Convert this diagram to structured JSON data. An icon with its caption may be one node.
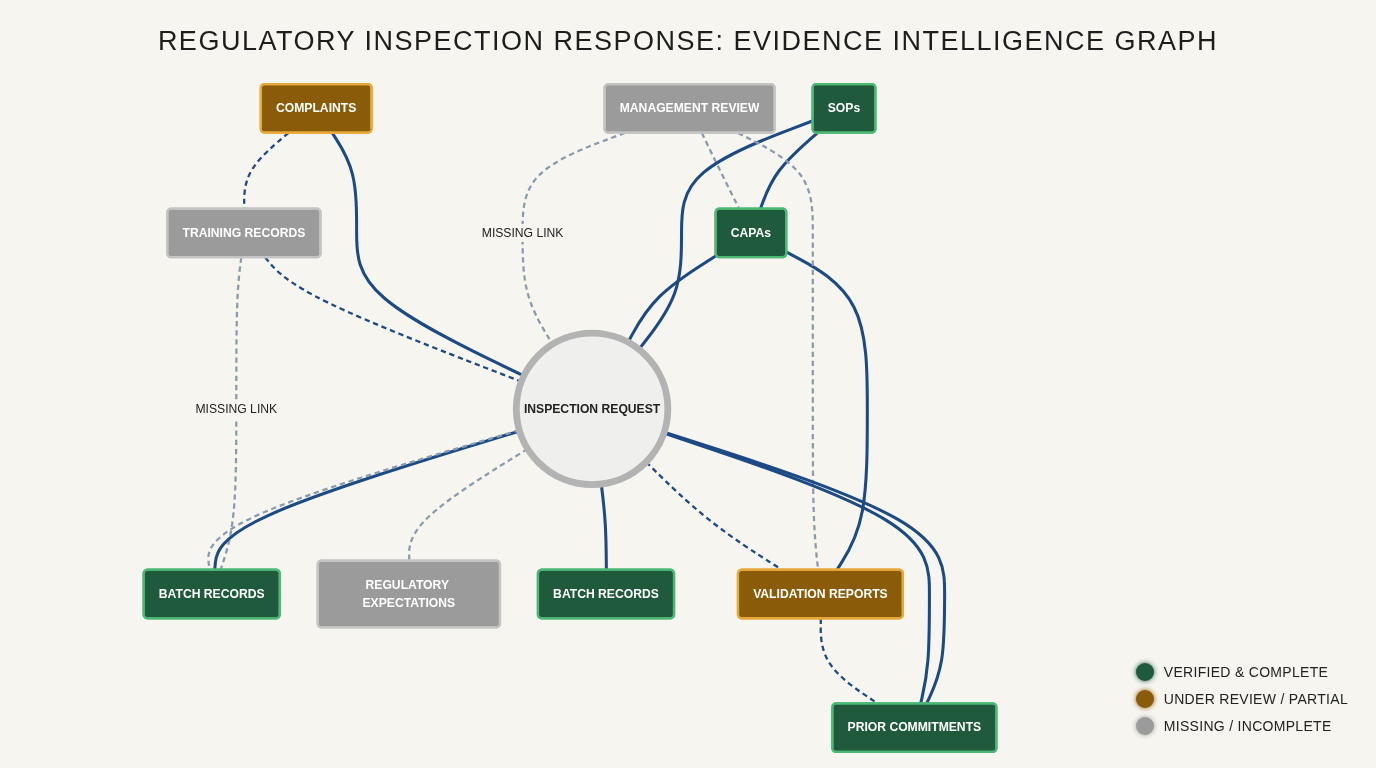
{
  "diagram": {
    "title": "REGULATORY INSPECTION RESPONSE: EVIDENCE INTELLIGENCE GRAPH",
    "nodes": [
      {
        "text": [
          "SOPs"
        ]
      },
      {
        "text": [
          "CAPAs"
        ]
      },
      {
        "text": [
          "MANAGEMENT REVIEW"
        ]
      },
      {
        "text": [
          "COMPLAINTS"
        ]
      },
      {
        "text": [
          "TRAINING RECORDS"
        ]
      },
      {
        "text": [
          "INSPECTION REQUEST"
        ]
      },
      {
        "text": [
          "VALIDATION REPORTS"
        ]
      },
      {
        "text": [
          "BATCH RECORDS"
        ]
      },
      {
        "text": [
          "PRIOR COMMITMENTS"
        ]
      },
      {
        "text": [
          "REGULATORY EXPECTATIONS"
        ]
      },
      {
        "text": [
          "BATCH RECORDS"
        ]
      }
    ],
    "edges": [
      {
        "from": 0,
        "to": 1,
        "arrow": "none"
      },
      {
        "from": 2,
        "to": 1,
        "arrow": "none",
        "style": "dashed",
        "color": "#8a9bb0"
      },
      {
        "from": 0,
        "to": 5,
        "arrow": "none"
      },
      {
        "from": 1,
        "to": 5,
        "arrow": "none"
      },
      {
        "from": 1,
        "to": 6,
        "arrow": "none"
      },
      {
        "from": 2,
        "to": 5,
        "arrow": "none",
        "label": "MISSING LINK",
        "style": "dashed",
        "color": "#8a9bb0"
      },
      {
        "from": 2,
        "to": 6,
        "arrow": "none",
        "style": "dashed",
        "color": "#8a9bb0"
      },
      {
        "from": 3,
        "to": 5,
        "arrow": "none"
      },
      {
        "from": 3,
        "to": 4,
        "arrow": "none",
        "style": "dashed"
      },
      {
        "from": 4,
        "to": 5,
        "arrow": "none",
        "style": "dashed"
      },
      {
        "from": 5,
        "to": 6,
        "arrow": "none",
        "style": "dashed"
      },
      {
        "from": 4,
        "to": 7,
        "arrow": "none",
        "label": "MISSING LINK",
        "style": "dashed",
        "color": "#8a9bb0"
      },
      {
        "from": 5,
        "to": 7,
        "arrow": "none"
      },
      {
        "from": 5,
        "to": 7,
        "arrow": "none",
        "style": "dashed",
        "color": "#8a9bb0"
      },
      {
        "from": 5,
        "to": 9,
        "arrow": "none",
        "style": "dashed",
        "color": "#8a9bb0"
      },
      {
        "from": 5,
        "to": 10,
        "arrow": "none"
      },
      {
        "from": 5,
        "to": 8,
        "arrow": "none"
      },
      {
        "from": 5,
        "to": 8,
        "arrow": "none"
      },
      {
        "from": 6,
        "to": 8,
        "arrow": "none",
        "style": "dashed"
      }
    ],
    "legend": [
      {
        "text": "VERIFIED & COMPLETE",
        "color": "#1f5a3c"
      },
      {
        "text": "UNDER REVIEW / PARTIAL",
        "color": "#8a5c0a"
      },
      {
        "text": "MISSING / INCOMPLETE",
        "color": "#9b9b9b"
      }
    ]
  }
}
